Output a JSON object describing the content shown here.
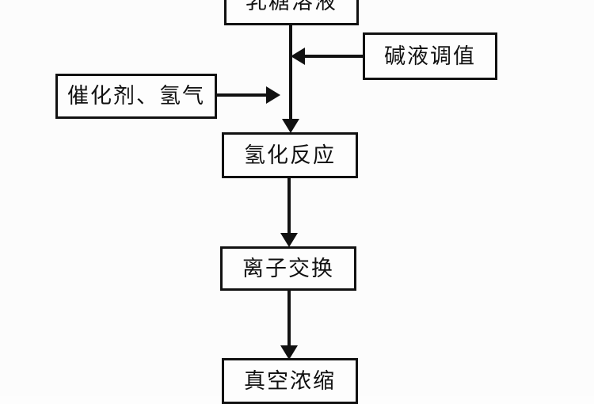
{
  "diagram": {
    "title": "",
    "type": "process-flowchart",
    "orientation": "top-to-bottom",
    "colors": {
      "background": "#fcfcfc",
      "box_fill": "#fdfdfd",
      "stroke": "#111111",
      "text": "#0a0a0a"
    },
    "nodes": [
      {
        "id": "lactose",
        "label": "乳糖溶液",
        "role": "input",
        "note": "cropped at top edge of image"
      },
      {
        "id": "alkali",
        "label": "碱液调值",
        "role": "input"
      },
      {
        "id": "catalyst",
        "label": "催化剂、氢气",
        "role": "input"
      },
      {
        "id": "hydrogenation",
        "label": "氢化反应",
        "role": "process"
      },
      {
        "id": "ionexchange",
        "label": "离子交换",
        "role": "process"
      },
      {
        "id": "vacuum",
        "label": "真空浓缩",
        "role": "process",
        "note": "cropped at bottom edge of image"
      }
    ],
    "edges": [
      {
        "from": "lactose",
        "to": "hydrogenation",
        "direction": "down",
        "arrowhead": true
      },
      {
        "from": "alkali",
        "to": "hydrogenation",
        "direction": "left",
        "arrowhead": true
      },
      {
        "from": "catalyst",
        "to": "hydrogenation",
        "direction": "right",
        "arrowhead": true
      },
      {
        "from": "hydrogenation",
        "to": "ionexchange",
        "direction": "down",
        "arrowhead": true
      },
      {
        "from": "ionexchange",
        "to": "vacuum",
        "direction": "down",
        "arrowhead": true
      }
    ]
  }
}
